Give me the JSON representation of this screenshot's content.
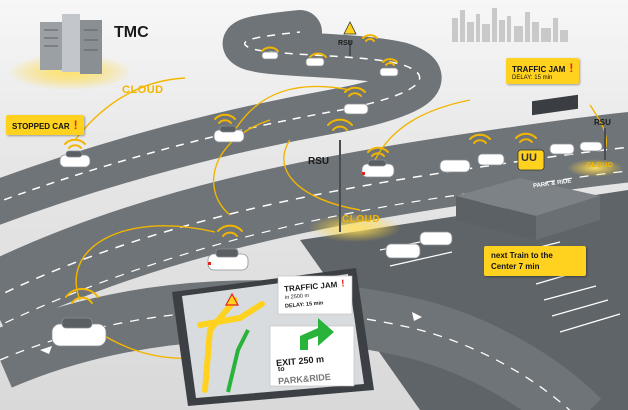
{
  "labels": {
    "tmc": "TMC",
    "cloud_top": "CLOUD",
    "cloud_mid": "CLOUD",
    "cloud_right": "CLOUD",
    "rsu_top": "RSU",
    "rsu_mid": "RSU",
    "rsu_right": "RSU",
    "park_ride_sign": "PARK & RIDE"
  },
  "alerts": {
    "stopped_car": "STOPPED CAR",
    "traffic_jam_title": "TRAFFIC JAM",
    "traffic_jam_delay": "DELAY: 15 min",
    "train_info": "next Train to the Center 7 min"
  },
  "navigation_display": {
    "alert_title": "TRAFFIC JAM",
    "alert_distance": "in 2500 m",
    "alert_delay": "DELAY: 15 min",
    "exit_text": "EXIT 250 m",
    "to_text": "to",
    "destination": "PARK&RIDE"
  },
  "colors": {
    "accent_yellow": "#ffd21f",
    "alert_red": "#e4241a",
    "road": "#6f7478",
    "road_marking": "#ffffff",
    "signal_arcs": "#f2b600"
  }
}
